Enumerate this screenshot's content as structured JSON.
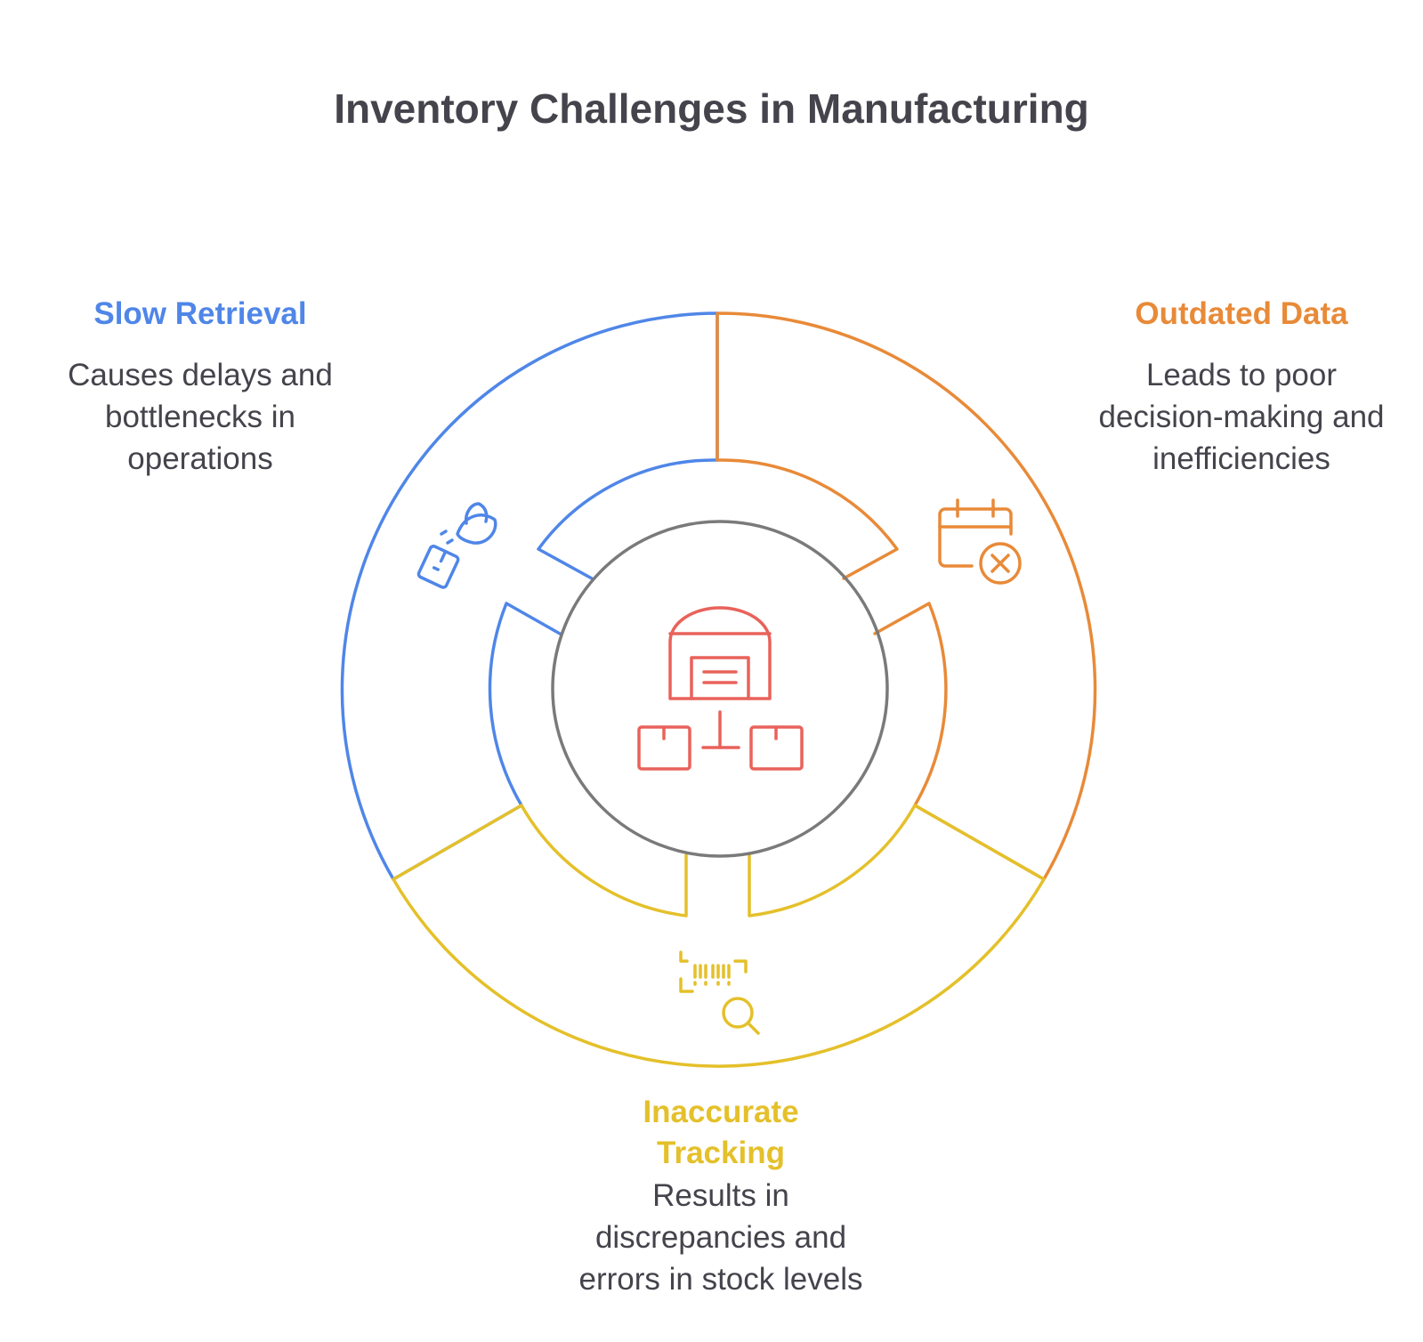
{
  "title": "Inventory Challenges in Manufacturing",
  "colors": {
    "slow_retrieval": "#4f86e8",
    "outdated_data": "#e88a38",
    "inaccurate_tracking": "#e4c02a",
    "center_ring": "#7a7a7a",
    "center_icon": "#e9625a",
    "text": "#45434b"
  },
  "sections": [
    {
      "id": "slow_retrieval",
      "title": "Slow Retrieval",
      "description": "Causes delays and bottlenecks in operations",
      "icon": "drone-delivery-icon"
    },
    {
      "id": "outdated_data",
      "title": "Outdated Data",
      "description": "Leads to poor decision-making and inefficiencies",
      "icon": "calendar-x-icon"
    },
    {
      "id": "inaccurate_tracking",
      "title": "Inaccurate Tracking",
      "description": "Results in discrepancies and errors in stock levels",
      "icon": "barcode-search-icon"
    }
  ],
  "center_icon": "warehouse-network-icon"
}
